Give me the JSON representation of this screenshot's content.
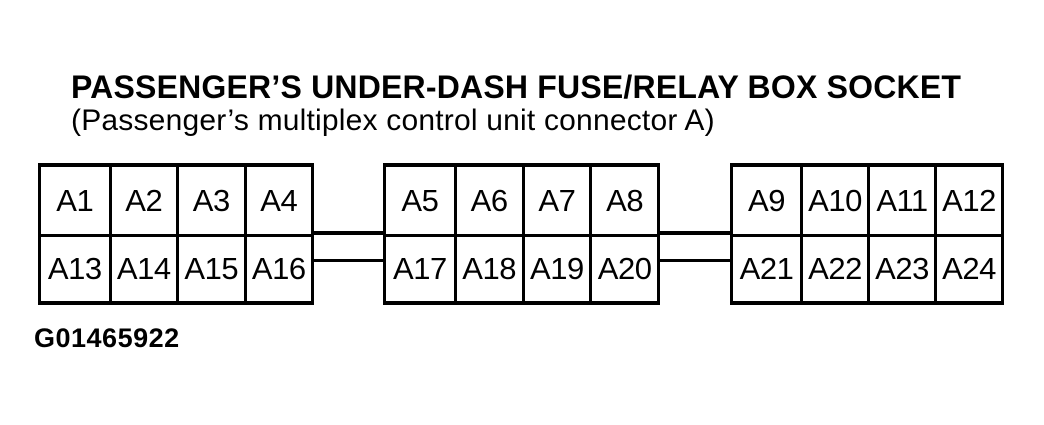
{
  "header": {
    "title": "PASSENGER’S UNDER-DASH FUSE/RELAY BOX SOCKET",
    "subtitle": "(Passenger’s multiplex control unit connector A)"
  },
  "blocks": [
    {
      "rows": [
        [
          "A1",
          "A2",
          "A3",
          "A4"
        ],
        [
          "A13",
          "A14",
          "A15",
          "A16"
        ]
      ]
    },
    {
      "rows": [
        [
          "A5",
          "A6",
          "A7",
          "A8"
        ],
        [
          "A17",
          "A18",
          "A19",
          "A20"
        ]
      ]
    },
    {
      "rows": [
        [
          "A9",
          "A10",
          "A11",
          "A12"
        ],
        [
          "A21",
          "A22",
          "A23",
          "A24"
        ]
      ]
    }
  ],
  "footer": {
    "figure_code": "G01465922"
  },
  "colors": {
    "ink": "#000000",
    "paper": "#ffffff"
  }
}
